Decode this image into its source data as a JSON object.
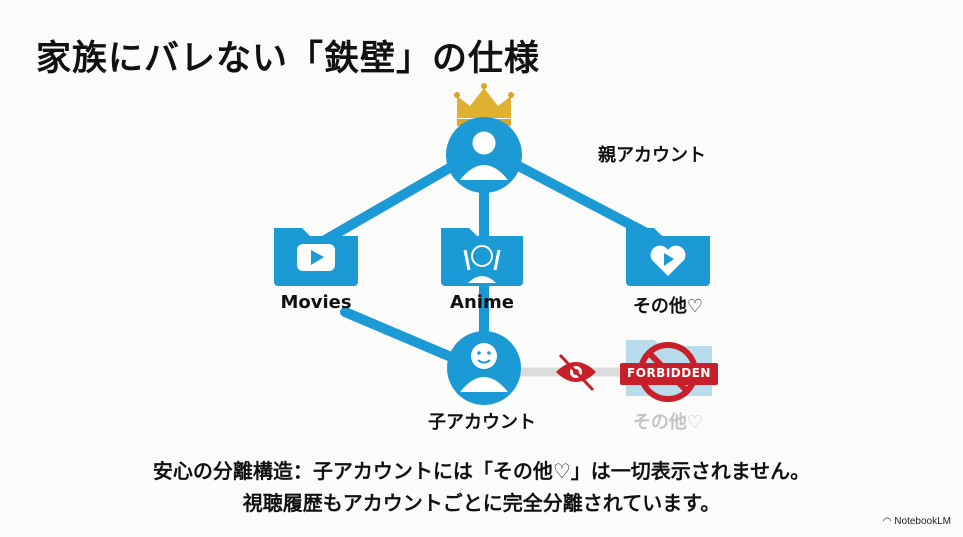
{
  "title": "家族にバレない「鉄壁」の仕様",
  "nodes": {
    "parent": "親アカウント",
    "child": "子アカウント",
    "folders": [
      "Movies",
      "Anime",
      "その他♡"
    ],
    "forbidden_folder": "その他♡",
    "forbidden_badge": "FORBIDDEN"
  },
  "caption": {
    "line1": "安心の分離構造：子アカウントには「その他♡」は一切表示されません。",
    "line2": "視聴履歴もアカウントごとに完全分離されています。"
  },
  "brand": "NotebookLM",
  "colors": {
    "accent": "#1b9ad6",
    "forbidden": "#c8202a",
    "crown": "#e0b030"
  }
}
